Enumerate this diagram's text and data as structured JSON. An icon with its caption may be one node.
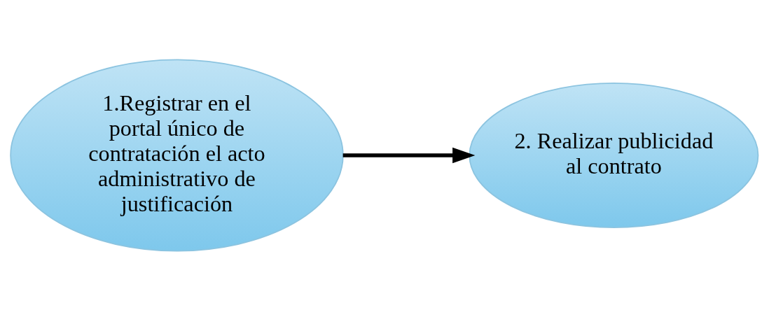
{
  "diagram": {
    "nodes": [
      {
        "text": [
          "1.Registrar en el portal único de contratación el acto administrativo de justificación"
        ]
      },
      {
        "text": [
          "2. Realizar publicidad al contrato"
        ]
      }
    ],
    "edges": [
      {
        "from": 0,
        "to": 1,
        "arrow": "to"
      }
    ]
  }
}
